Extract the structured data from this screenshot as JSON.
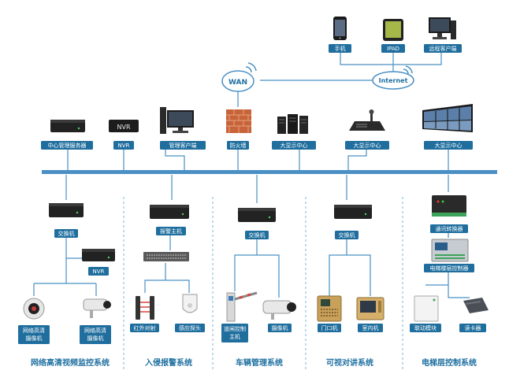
{
  "remote_devices": {
    "phone": "手机",
    "ipad": "IPAD",
    "remote_client": "远程客户端"
  },
  "cloud_labels": {
    "wan": "WAN",
    "internet": "Internet"
  },
  "top_row": {
    "center_server": "中心管理服务器",
    "nvr": "NVR",
    "mgmt_client": "管理客户端",
    "firewall": "防火墙",
    "display_center_1": "大显示中心",
    "display_center_2": "大显示中心",
    "display_center_3": "大显示中心"
  },
  "subsystems": {
    "video": {
      "switch": "交换机",
      "nvr": "NVR",
      "cam1_l1": "网络高清",
      "cam1_l2": "摄像机",
      "cam2_l1": "网络高清",
      "cam2_l2": "摄像机",
      "title": "网络高清视频监控系统"
    },
    "alarm": {
      "host": "报警主机",
      "ir": "红外对射",
      "sensor": "感应探头",
      "title": "入侵报警系统"
    },
    "parking": {
      "switch": "交换机",
      "gate_l1": "道闸控制",
      "gate_l2": "主机",
      "camera": "摄像机",
      "title": "车辆管理系统"
    },
    "intercom": {
      "switch": "交换机",
      "door_unit": "门口机",
      "indoor_unit": "室内机",
      "title": "可视对讲系统"
    },
    "elevator": {
      "converter": "通讯转换器",
      "floor_ctrl": "电梯楼层控制器",
      "linkage": "联动模块",
      "card_reader": "读卡器",
      "title": "电梯层控制系统"
    }
  },
  "colors": {
    "bus": "#4a90c4",
    "line": "#4a90c4",
    "label_bg": "#1f6e9e",
    "title": "#1e6fa0",
    "divider": "#7fb6d9"
  }
}
